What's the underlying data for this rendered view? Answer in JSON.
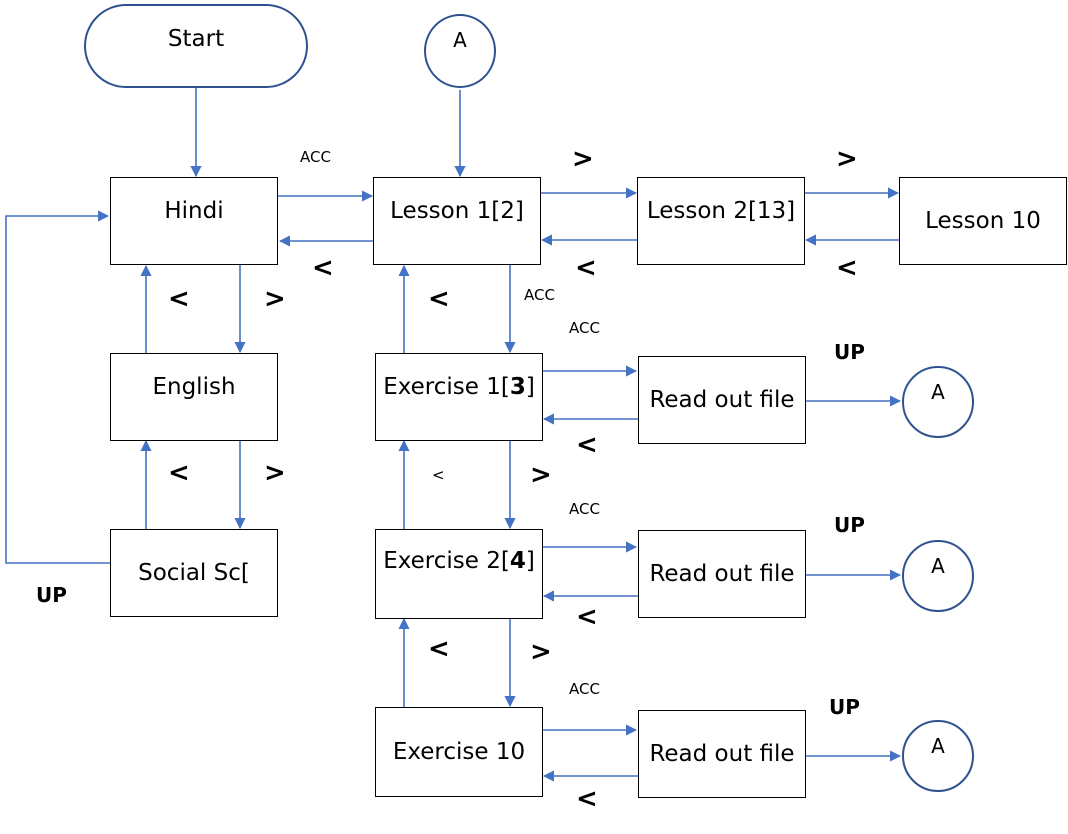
{
  "nodes": {
    "start": "Start",
    "connector_a": "A",
    "hindi": "Hindi",
    "english": "English",
    "social": "Social Sc[",
    "lesson1": "Lesson 1[2]",
    "lesson2": "Lesson 2[13]",
    "lesson10": "Lesson 10",
    "exercise1_prefix": "Exercise 1[",
    "exercise1_num": "3",
    "exercise1_suffix": "]",
    "exercise2_prefix": "Exercise 2[",
    "exercise2_num": "4",
    "exercise2_suffix": "]",
    "exercise10": "Exercise 10",
    "readout": "Read out file"
  },
  "labels": {
    "acc": "ACC",
    "up": "UP",
    "next": ">",
    "prev": "<"
  },
  "colors": {
    "arrow": "#4472c4",
    "terminal_border": "#2f528f",
    "box_border": "#000000"
  }
}
